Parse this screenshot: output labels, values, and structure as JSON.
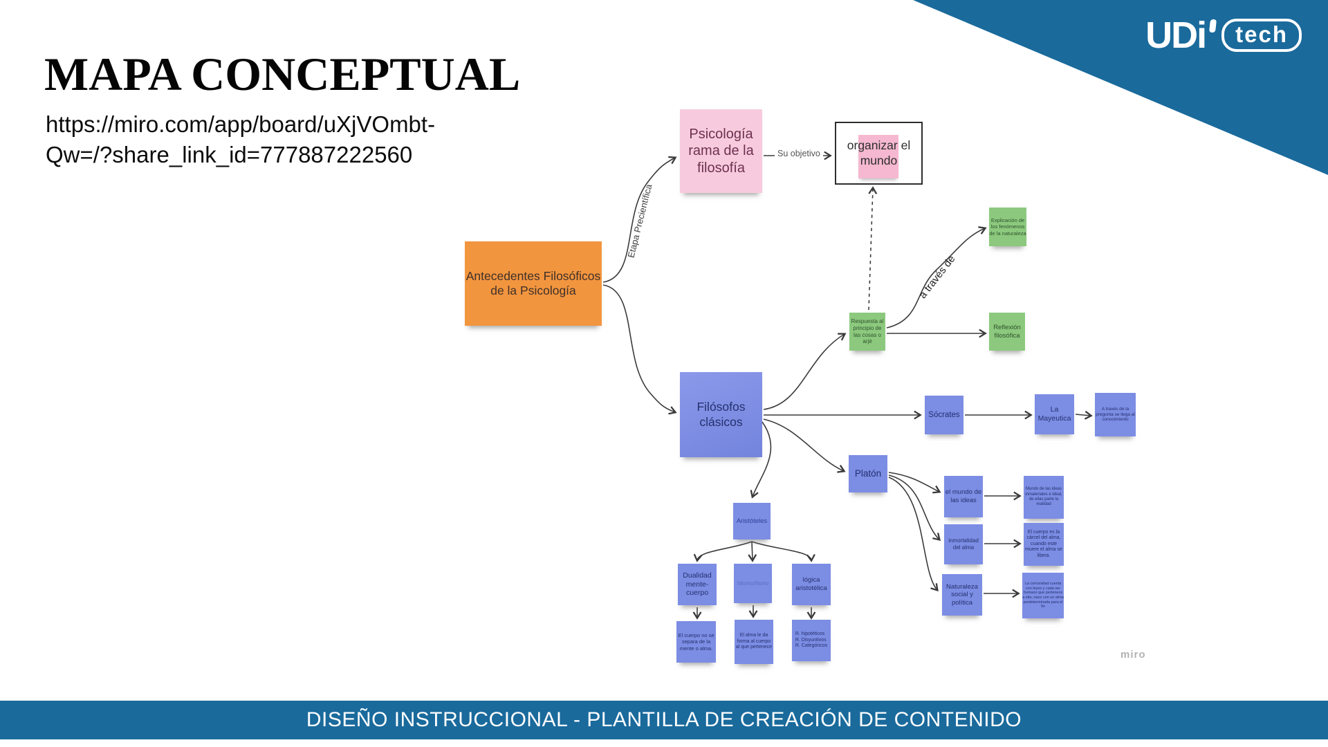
{
  "slide": {
    "title": "MAPA CONCEPTUAL",
    "url_line1": "https://miro.com/app/board/uXjVOmbt-",
    "url_line2": "Qw=/?share_link_id=777887222560",
    "footer": "DISEÑO INSTRUCCIONAL  -  PLANTILLA DE CREACIÓN DE CONTENIDO",
    "watermark": "miro"
  },
  "brand": {
    "name_left": "UDi",
    "name_right": "tech"
  },
  "colors": {
    "banner_blue": "#1a6a9c",
    "orange_node": "#f2953f",
    "pink_note": "#f7cbdd",
    "green_note": "#8cc97e",
    "blue_note": "#7c8de4"
  },
  "map": {
    "edge_labels": {
      "etapa": "Etapa Precientífica",
      "objetivo": "Su objetivo",
      "a_traves": "a través de"
    },
    "nodes": {
      "root": "Antecedentes Filosóficos de la Psicología",
      "psicologia": "Psicología rama de la filosofía",
      "organizar": "organizar el mundo",
      "respuesta": "Respuesta al principio de las cosas o arjé",
      "explicacion": "Explicación de los fenómenos de la naturaleza",
      "reflexion": "Reflexión filosófica",
      "filosofos": "Filósofos clásicos",
      "socrates": "Sócrates",
      "mayeutica": "La Mayeutica",
      "mayeutica_desc": "A través de la pregunta se llega al conocimiento",
      "platon": "Platón",
      "mundo_ideas": "el mundo de las ideas",
      "mundo_ideas_desc": "Mundo de las ideas inmateriales e ideal, de ellas parte la realidad",
      "inmortalidad": "inmortalidad del alma",
      "inmortalidad_desc": "El cuerpo es la cárcel del alma, cuando este muere el alma se libera.",
      "naturaleza": "Naturaleza social y política",
      "naturaleza_desc": "La comunidad cuenta con leyes y cada ser humano que pertenece a ella, nace con un alma predeterminada para el fin",
      "aristoteles": "Aristóteles",
      "dualidad": "Dualidad mente- cuerpo",
      "hilomorfismo": "hilomorfismo",
      "logica": "lógica aristotélica",
      "dualidad_desc": "El cuerpo no se separa de la mente o alma.",
      "hilomorfismo_desc": "El alma le da forma al cuerpo al que pertenece",
      "logica_desc": "R. hipotéticos\nR. Disyuntivos\nR. Categóricos"
    }
  }
}
